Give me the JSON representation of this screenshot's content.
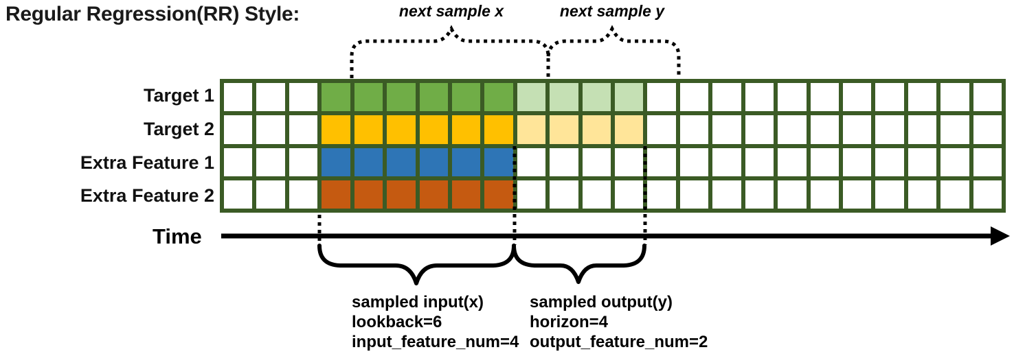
{
  "title": "Regular Regression(RR) Style:",
  "colors": {
    "grid_border": "#3B5B25",
    "annotation": "#000000",
    "cell_default": "#FFFFFF",
    "target1_input": "#70AD47",
    "target1_horizon": "#C5E0B4",
    "target2_input": "#FFC000",
    "target2_horizon": "#FFE599",
    "extra1_input": "#2E75B6",
    "extra2_input": "#C55A11"
  },
  "grid": {
    "total_cols": 24,
    "lead_cols": 3,
    "input_cols": 6,
    "horizon_cols": 4,
    "rows": [
      {
        "label": "Target 1",
        "input_color": "#70AD47",
        "horizon_color": "#C5E0B4"
      },
      {
        "label": "Target 2",
        "input_color": "#FFC000",
        "horizon_color": "#FFE599"
      },
      {
        "label": "Extra Feature 1",
        "input_color": "#2E75B6",
        "horizon_color": null
      },
      {
        "label": "Extra Feature 2",
        "input_color": "#C55A11",
        "horizon_color": null
      }
    ]
  },
  "annotations": {
    "next_sample_x": "next sample x",
    "next_sample_y": "next sample y",
    "time_label": "Time",
    "input_block": {
      "line1": "sampled input(x)",
      "line2": "lookback=6",
      "line3": "input_feature_num=4"
    },
    "output_block": {
      "line1": "sampled output(y)",
      "line2": "horizon=4",
      "line3": "output_feature_num=2"
    }
  }
}
